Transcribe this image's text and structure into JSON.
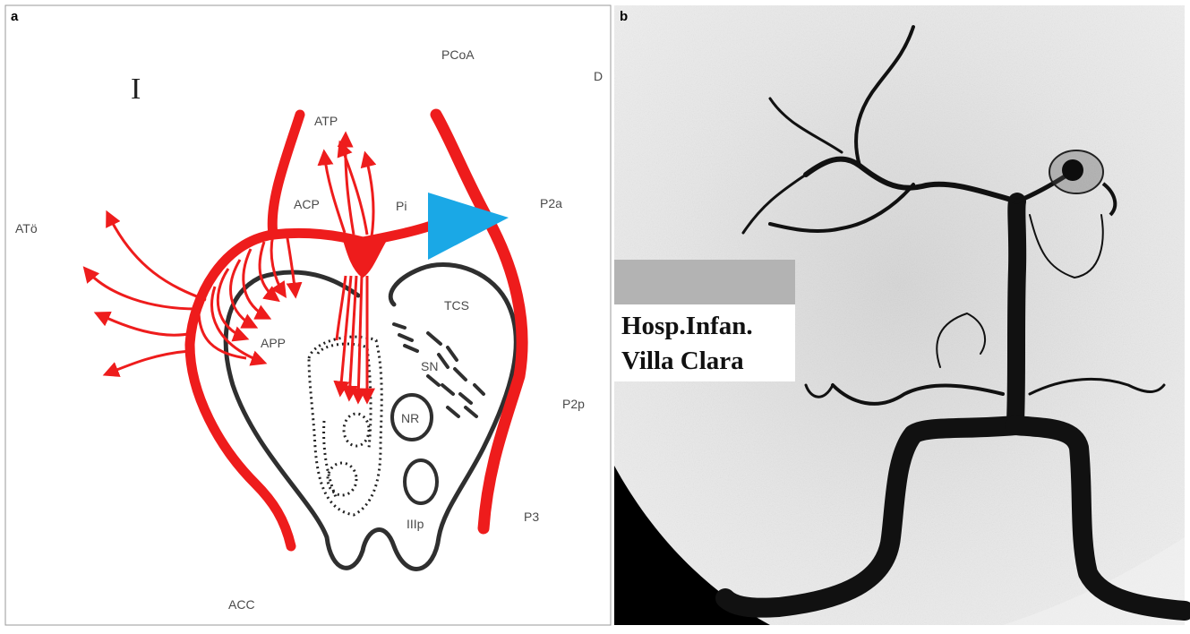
{
  "panels": {
    "a": {
      "letter": "a",
      "side_marker": "I",
      "labels": {
        "pcoa": "PCoA",
        "d": "D",
        "atp": "ATP",
        "acp": "ACP",
        "pi": "Pi",
        "p2a": "P2a",
        "ato": "ATö",
        "tcs": "TCS",
        "app": "APP",
        "sn": "SN",
        "nr": "NR",
        "p2p": "P2p",
        "p3": "P3",
        "iiip": "IIIp",
        "acc": "ACC"
      },
      "colors": {
        "vessel": "#ee1c1c",
        "outline": "#2f2f2f",
        "arrowhead": "#1aa8e6"
      }
    },
    "b": {
      "letter": "b",
      "watermark_line1": "Hosp.Infan.",
      "watermark_line2": "Villa Clara"
    }
  }
}
